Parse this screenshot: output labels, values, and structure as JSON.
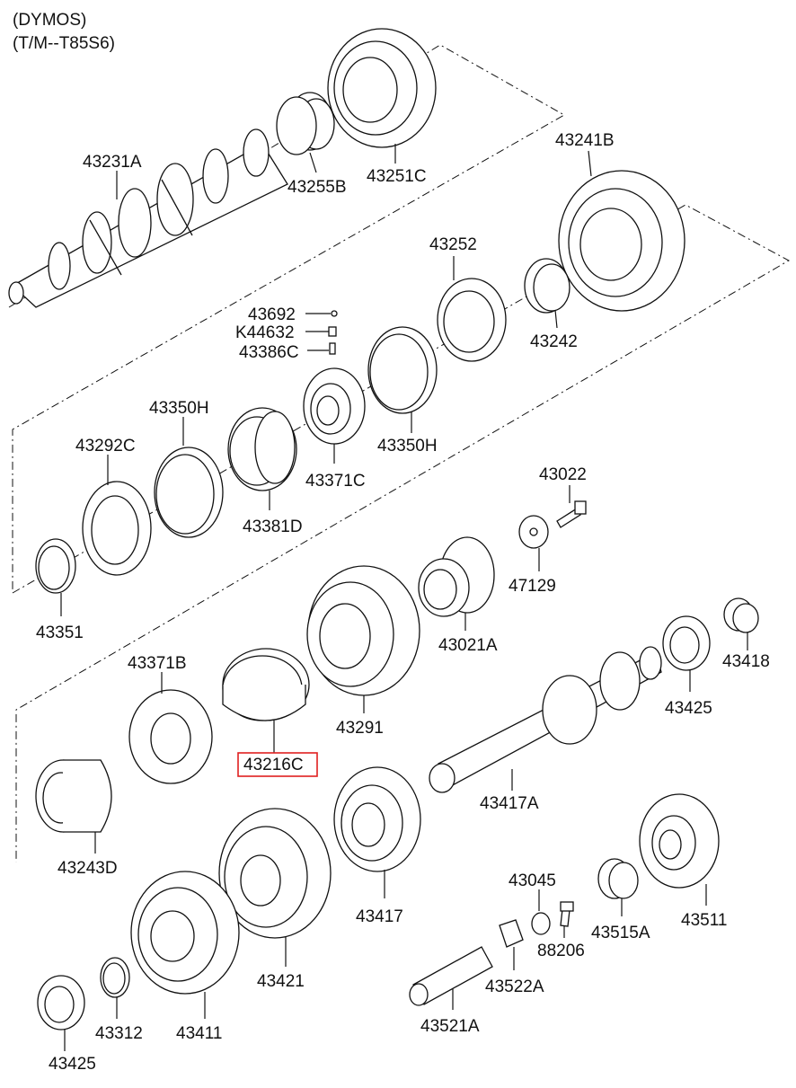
{
  "header": {
    "line1": "(DYMOS)",
    "line2": "(T/M--T85S6)"
  },
  "parts": {
    "p43231A": "43231A",
    "p43255B": "43255B",
    "p43251C": "43251C",
    "p43241B": "43241B",
    "p43252": "43252",
    "p43242": "43242",
    "p43692": "43692",
    "pK44632": "K44632",
    "p43386C": "43386C",
    "p43350H_a": "43350H",
    "p43350H_b": "43350H",
    "p43292C": "43292C",
    "p43371C": "43371C",
    "p43381D": "43381D",
    "p43022": "43022",
    "p47129": "47129",
    "p43351": "43351",
    "p43021A": "43021A",
    "p43371B": "43371B",
    "p43216C": "43216C",
    "p43291": "43291",
    "p43418": "43418",
    "p43425_a": "43425",
    "p43417A": "43417A",
    "p43243D": "43243D",
    "p43045": "43045",
    "p43417": "43417",
    "p43515A": "43515A",
    "p43511": "43511",
    "p88206": "88206",
    "p43421": "43421",
    "p43522A": "43522A",
    "p43312": "43312",
    "p43411": "43411",
    "p43521A": "43521A",
    "p43425_b": "43425"
  },
  "highlight": {
    "part": "43216C",
    "color": "#e02020"
  }
}
